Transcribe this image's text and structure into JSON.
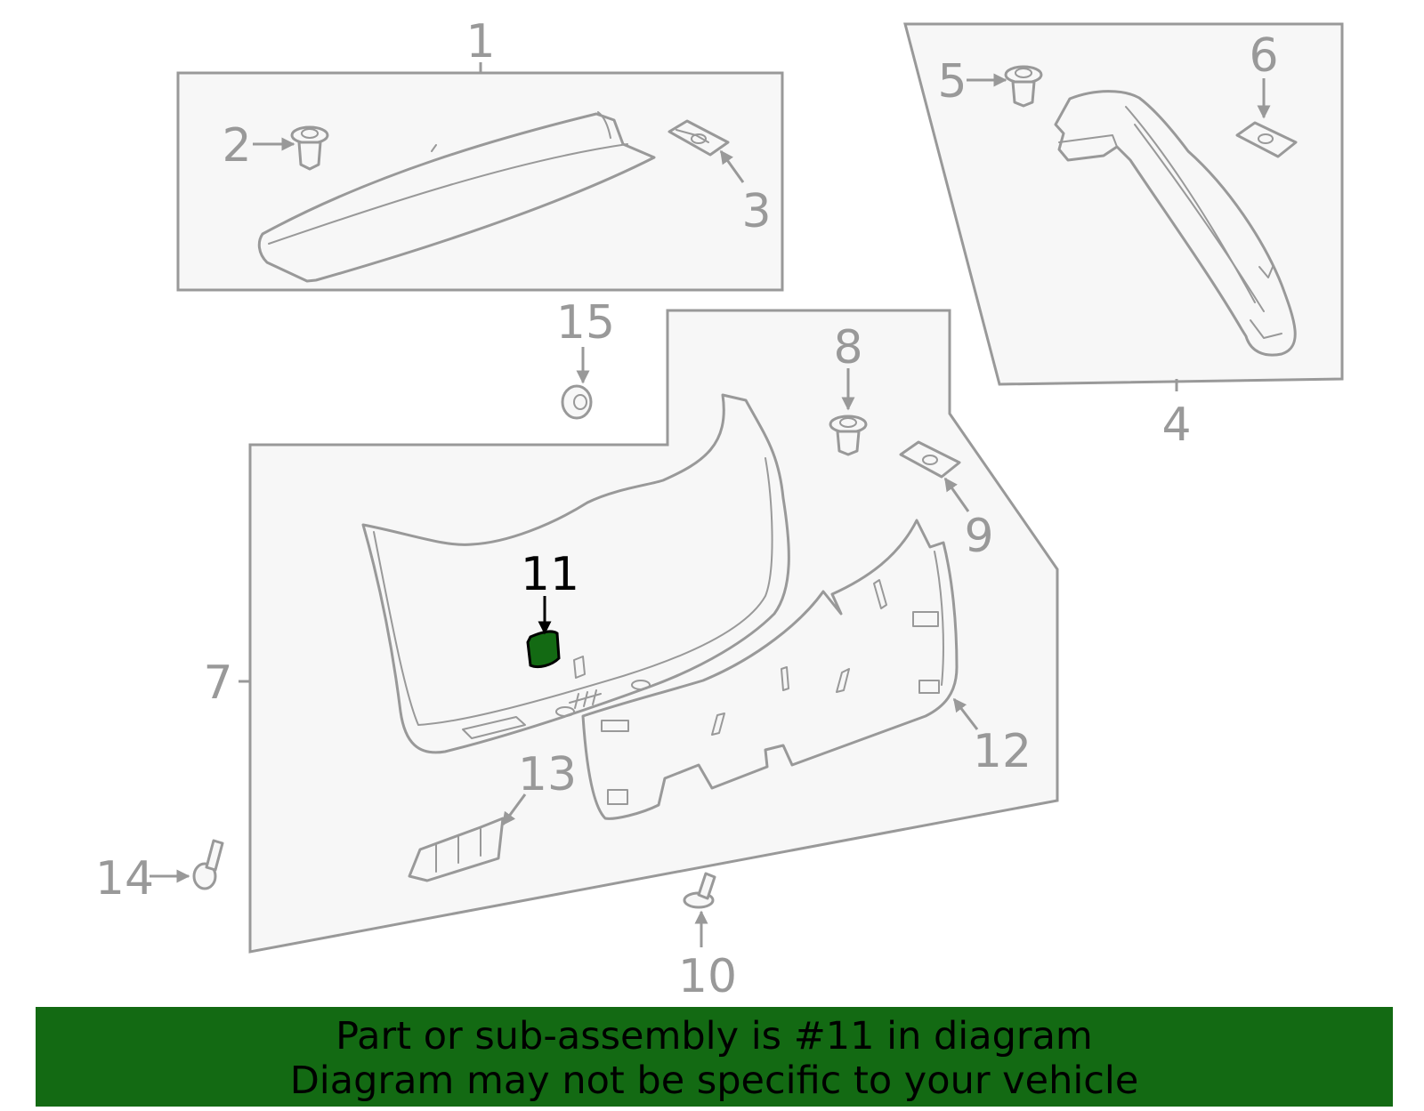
{
  "colors": {
    "line": "#999999",
    "panel_fill": "#f7f7f7",
    "highlight": "#136a13",
    "banner_bg": "#136a13",
    "highlight_text": "#000000"
  },
  "callouts": {
    "c1": "1",
    "c2": "2",
    "c3": "3",
    "c4": "4",
    "c5": "5",
    "c6": "6",
    "c7": "7",
    "c8": "8",
    "c9": "9",
    "c10": "10",
    "c11": "11",
    "c12": "12",
    "c13": "13",
    "c14": "14",
    "c15": "15"
  },
  "highlighted_part": "11",
  "banner": {
    "line1": "Part or sub-assembly is #11 in diagram",
    "line2": "Diagram may not be specific to your vehicle"
  }
}
